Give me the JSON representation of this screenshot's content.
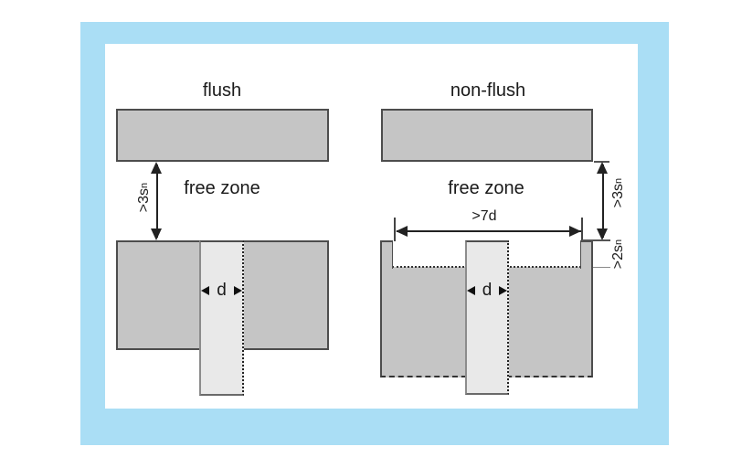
{
  "figure": {
    "type": "mounting-diagram",
    "topic": "flush vs non-flush proximity sensor mounting with required free zones"
  },
  "colors": {
    "frame_blue": "#aadef5",
    "metal_gray": "#c5c5c5",
    "sensor_gray": "#e9e9e9",
    "line_dark": "#4d4d4d",
    "ink": "#1a1a1a"
  },
  "flush": {
    "title": "flush",
    "free_zone_label": "free zone",
    "clearance_dim": {
      "main": ">3s",
      "sub": "n"
    },
    "diameter_label": "d"
  },
  "non_flush": {
    "title": "non-flush",
    "free_zone_label": "free zone",
    "clearance_dim": {
      "main": ">3s",
      "sub": "n"
    },
    "recess_depth_dim": {
      "main": ">2s",
      "sub": "n"
    },
    "width_dim": ">7d",
    "diameter_label": "d"
  }
}
